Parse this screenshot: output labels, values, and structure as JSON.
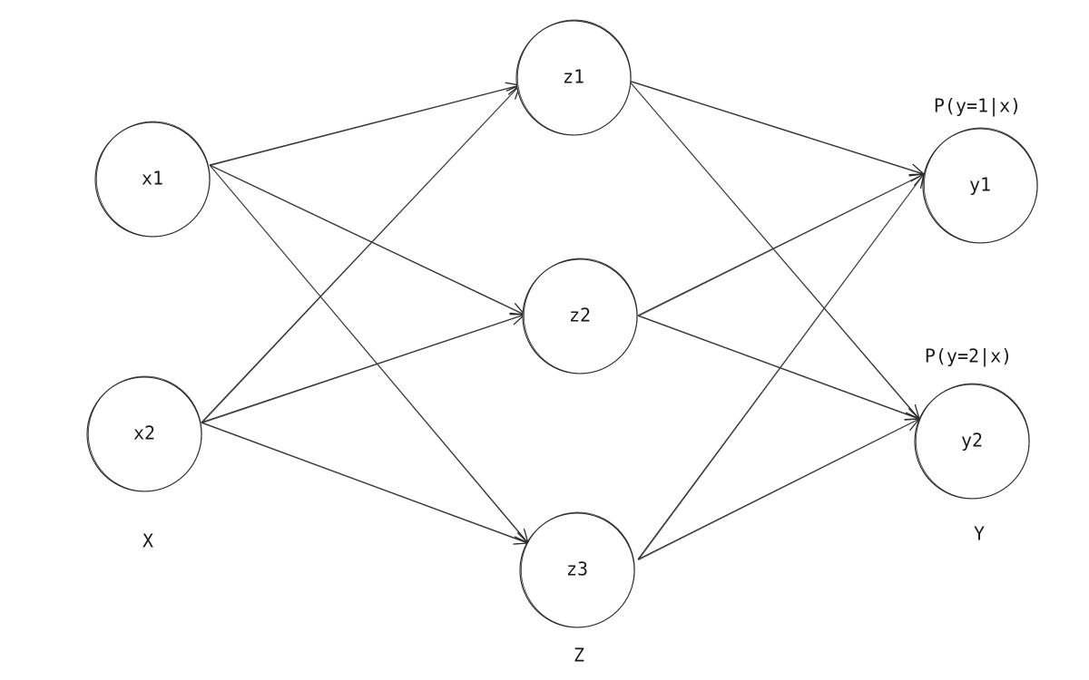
{
  "diagram": {
    "nodes": [
      {
        "id": "x1",
        "label": "x1",
        "layer": "input"
      },
      {
        "id": "x2",
        "label": "x2",
        "layer": "input"
      },
      {
        "id": "z1",
        "label": "z1",
        "layer": "hidden"
      },
      {
        "id": "z2",
        "label": "z2",
        "layer": "hidden"
      },
      {
        "id": "z3",
        "label": "z3",
        "layer": "hidden"
      },
      {
        "id": "y1",
        "label": "y1",
        "layer": "output"
      },
      {
        "id": "y2",
        "label": "y2",
        "layer": "output"
      }
    ],
    "edges": [
      {
        "from": "x1",
        "to": "z1"
      },
      {
        "from": "x1",
        "to": "z2"
      },
      {
        "from": "x1",
        "to": "z3"
      },
      {
        "from": "x2",
        "to": "z1"
      },
      {
        "from": "x2",
        "to": "z2"
      },
      {
        "from": "x2",
        "to": "z3"
      },
      {
        "from": "z1",
        "to": "y1"
      },
      {
        "from": "z1",
        "to": "y2"
      },
      {
        "from": "z2",
        "to": "y1"
      },
      {
        "from": "z2",
        "to": "y2"
      },
      {
        "from": "z3",
        "to": "y1"
      },
      {
        "from": "z3",
        "to": "y2"
      }
    ],
    "layer_labels": {
      "input": "X",
      "hidden": "Z",
      "output": "Y"
    },
    "output_annotations": {
      "y1": "P(y=1|x)",
      "y2": "P(y=2|x)"
    }
  }
}
